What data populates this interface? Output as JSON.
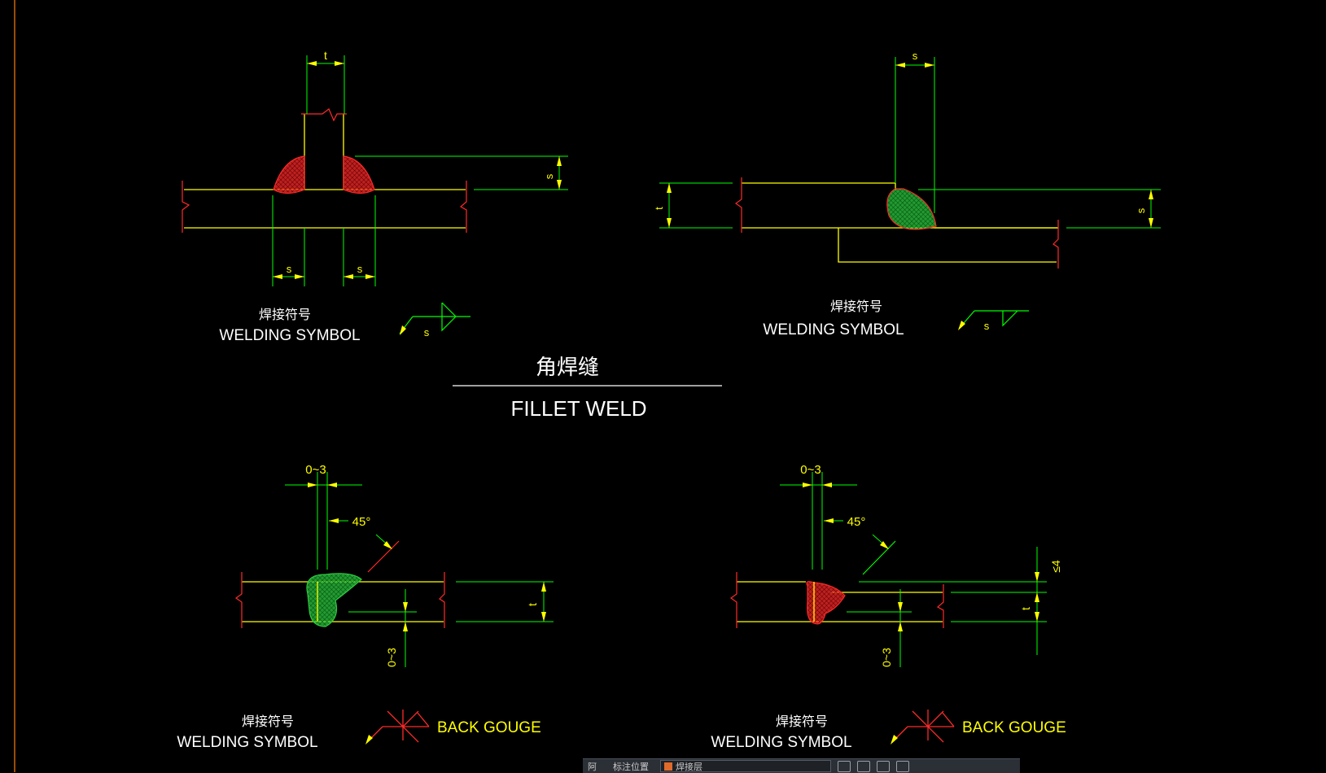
{
  "title": {
    "chinese": "角焊缝",
    "english": "FILLET WELD"
  },
  "panels": {
    "top_left": {
      "label_cn": "焊接符号",
      "label_en": "WELDING SYMBOL",
      "dim_top": "t",
      "dim_side": "s",
      "dim_bottom_left": "s",
      "dim_bottom_right": "s",
      "symbol_text": "s"
    },
    "top_right": {
      "label_cn": "焊接符号",
      "label_en": "WELDING SYMBOL",
      "dim_top": "s",
      "dim_left": "t",
      "dim_right": "s",
      "symbol_text": "s"
    },
    "bottom_left": {
      "label_cn": "焊接符号",
      "label_en": "WELDING SYMBOL",
      "dim_gap": "0~3",
      "dim_angle": "45°",
      "dim_root": "0~3",
      "dim_t": "t",
      "symbol_text": "BACK GOUGE"
    },
    "bottom_right": {
      "label_cn": "焊接符号",
      "label_en": "WELDING SYMBOL",
      "dim_gap": "0~3",
      "dim_angle": "45°",
      "dim_root": "0~3",
      "dim_t": "t",
      "dim_offset": "≤4",
      "symbol_text": "BACK GOUGE"
    }
  },
  "statusbar": {
    "item1": "阿",
    "item2": "标注位置",
    "layer": "焊接层"
  },
  "colors": {
    "background": "#000000",
    "part_line": "#ffff00",
    "dimension": "#00ff00",
    "dim_text": "#ffff00",
    "break_line": "#ff0000",
    "weld_red": "#ff2a2a",
    "weld_green": "#2ecc40",
    "border": "#ff7f00",
    "label": "#ffffff",
    "back_gouge": "#ffff00"
  }
}
